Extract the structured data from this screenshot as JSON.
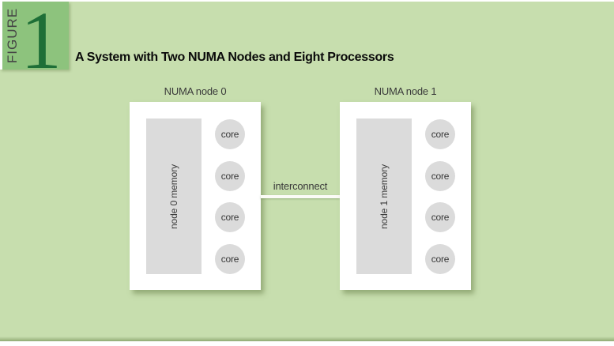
{
  "figure_header": {
    "figure_label": "FIGURE",
    "figure_number": "1",
    "title": "A System with Two NUMA Nodes and Eight Processors"
  },
  "diagram": {
    "interconnect_label": "interconnect",
    "nodes": [
      {
        "label": "NUMA node 0",
        "memory_label": "node 0 memory",
        "cores": [
          "core",
          "core",
          "core",
          "core"
        ]
      },
      {
        "label": "NUMA node 1",
        "memory_label": "node 1 memory",
        "cores": [
          "core",
          "core",
          "core",
          "core"
        ]
      }
    ]
  },
  "colors": {
    "panel_green": "#c7deae",
    "figure_box_green": "#8dc37d",
    "figure_number_green": "#1e6f37",
    "node_box_white": "#ffffff",
    "block_gray": "#dbdbdb",
    "label_text": "#3a3a3a",
    "title_text": "#0a0a0a",
    "interconnect_line": "#fbfbf6",
    "bottom_edge_green": "#90aa74"
  }
}
